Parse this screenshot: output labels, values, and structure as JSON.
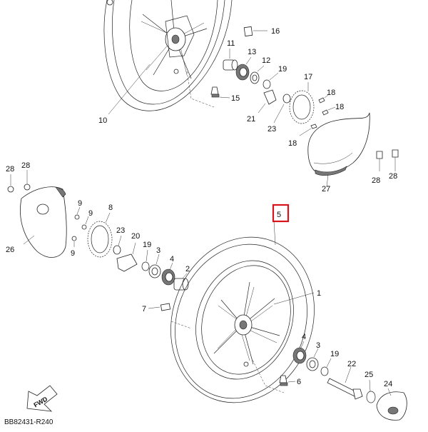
{
  "diagram": {
    "drawing_code": "BB82431-R240",
    "fwd_label": "FWD",
    "highlighted_part": "5",
    "callouts": [
      {
        "id": "c16",
        "label": "16"
      },
      {
        "id": "c11",
        "label": "11"
      },
      {
        "id": "c13",
        "label": "13"
      },
      {
        "id": "c12",
        "label": "12"
      },
      {
        "id": "c19a",
        "label": "19"
      },
      {
        "id": "c17",
        "label": "17"
      },
      {
        "id": "c18a",
        "label": "18"
      },
      {
        "id": "c18b",
        "label": "18"
      },
      {
        "id": "c15",
        "label": "15"
      },
      {
        "id": "c21",
        "label": "21"
      },
      {
        "id": "c23a",
        "label": "23"
      },
      {
        "id": "c18c",
        "label": "18"
      },
      {
        "id": "c10",
        "label": "10"
      },
      {
        "id": "c28a",
        "label": "28"
      },
      {
        "id": "c28b",
        "label": "28"
      },
      {
        "id": "c28c",
        "label": "28"
      },
      {
        "id": "c28d",
        "label": "28"
      },
      {
        "id": "c27",
        "label": "27"
      },
      {
        "id": "c9a",
        "label": "9"
      },
      {
        "id": "c9b",
        "label": "9"
      },
      {
        "id": "c9c",
        "label": "9"
      },
      {
        "id": "c8",
        "label": "8"
      },
      {
        "id": "c23b",
        "label": "23"
      },
      {
        "id": "c20",
        "label": "20"
      },
      {
        "id": "c19b",
        "label": "19"
      },
      {
        "id": "c3a",
        "label": "3"
      },
      {
        "id": "c4a",
        "label": "4"
      },
      {
        "id": "c2",
        "label": "2"
      },
      {
        "id": "c26",
        "label": "26"
      },
      {
        "id": "c5",
        "label": "5"
      },
      {
        "id": "c1",
        "label": "1"
      },
      {
        "id": "c7",
        "label": "7"
      },
      {
        "id": "c4b",
        "label": "4"
      },
      {
        "id": "c3b",
        "label": "3"
      },
      {
        "id": "c19c",
        "label": "19"
      },
      {
        "id": "c22",
        "label": "22"
      },
      {
        "id": "c25",
        "label": "25"
      },
      {
        "id": "c24",
        "label": "24"
      },
      {
        "id": "c6",
        "label": "6"
      }
    ]
  }
}
